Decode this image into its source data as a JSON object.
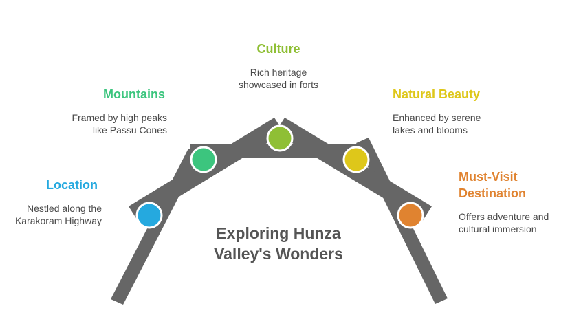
{
  "center_title": {
    "line1": "Exploring Hunza",
    "line2": "Valley's Wonders"
  },
  "colors": {
    "frame": "#666666",
    "location": "#25a9df",
    "mountains": "#3cc57e",
    "culture": "#8fbf35",
    "natural_beauty": "#dec71a",
    "destination": "#e08330"
  },
  "items": {
    "location": {
      "title": "Location",
      "desc1": "Nestled along the",
      "desc2": "Karakoram Highway"
    },
    "mountains": {
      "title": "Mountains",
      "desc1": "Framed by high peaks",
      "desc2": "like Passu Cones"
    },
    "culture": {
      "title": "Culture",
      "desc1": "Rich heritage",
      "desc2": "showcased in forts"
    },
    "natural_beauty": {
      "title": "Natural Beauty",
      "desc1": "Enhanced by serene",
      "desc2": "lakes and blooms"
    },
    "destination": {
      "title1": "Must-Visit",
      "title2": "Destination",
      "desc1": "Offers adventure and",
      "desc2": "cultural immersion"
    }
  }
}
